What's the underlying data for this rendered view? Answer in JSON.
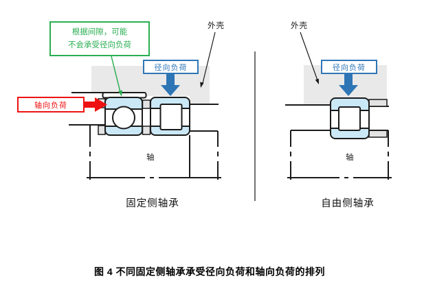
{
  "figure_caption": "图 4 不同固定侧轴承承受径向负荷和轴向负荷的排列",
  "colors": {
    "green_accent": "#2aae52",
    "red_accent": "#ee1111",
    "blue_accent": "#2e75b6",
    "bearing_fill": "#cbe8f6",
    "housing_fill": "#e9e9e9",
    "line_black": "#1a1a1a"
  },
  "left_diagram": {
    "caption": "固定侧轴承",
    "housing_label": "外壳",
    "shaft_label": "轴",
    "axial_load_label": "轴向负荷",
    "radial_load_label": "径向负荷",
    "clearance_note_line1": "根据间隙，可能",
    "clearance_note_line2": "不会承受径向负荷"
  },
  "right_diagram": {
    "caption": "自由侧轴承",
    "housing_label": "外壳",
    "shaft_label": "轴",
    "radial_load_label": "径向负荷"
  }
}
